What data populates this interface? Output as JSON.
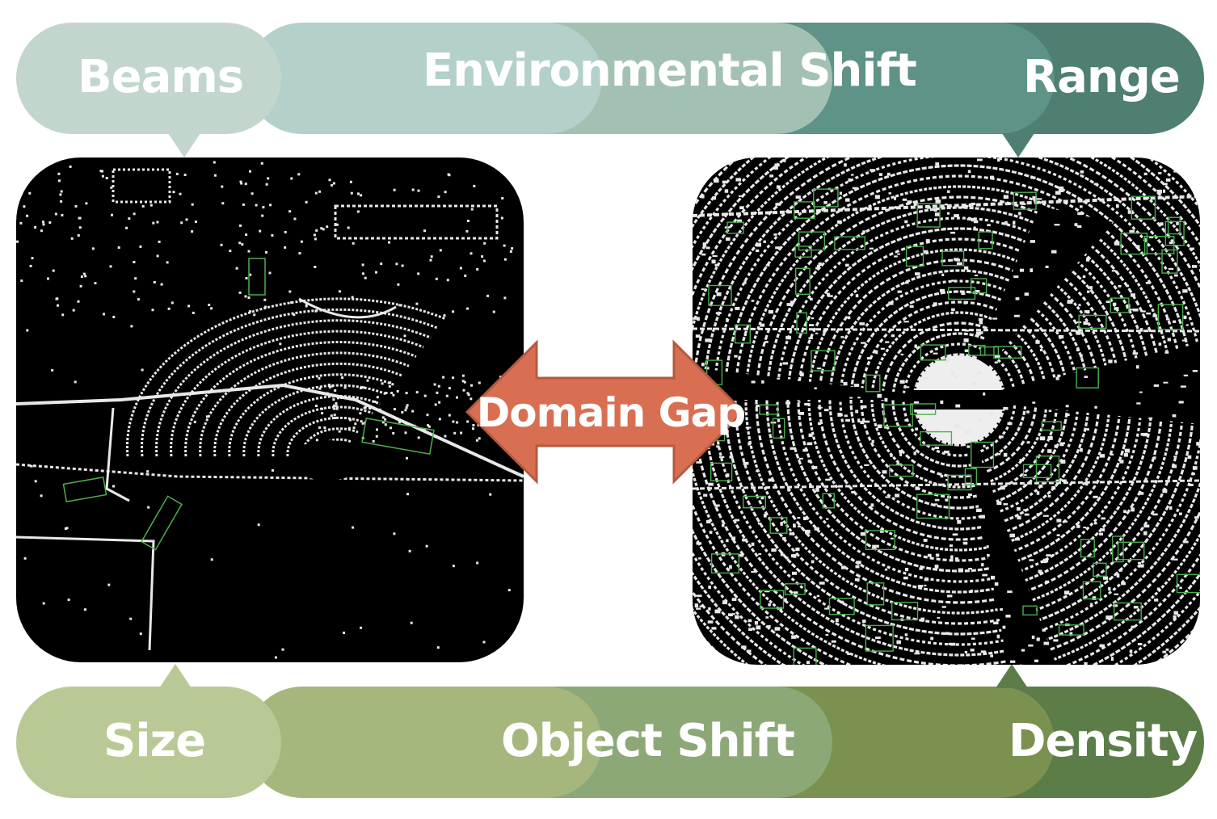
{
  "top_band": {
    "label_left": "Beams",
    "label_center": "Environmental Shift",
    "label_right": "Range",
    "colors": [
      "#c3d6cd",
      "#b3d0cb",
      "#a3c1b3",
      "#6da597",
      "#5f9387",
      "#4f7e72"
    ]
  },
  "bottom_band": {
    "label_left": "Size",
    "label_center": "Object Shift",
    "label_right": "Density",
    "colors": [
      "#b9c995",
      "#a5b77d",
      "#8ca877",
      "#7a9150",
      "#6b8a55",
      "#5c7d48"
    ]
  },
  "center": {
    "label": "Domain Gap",
    "color": "#d96f52",
    "stroke": "#b45a3f"
  },
  "panels": {
    "left": {
      "name": "sparse-lidar-scan",
      "box_color": "#4caf50"
    },
    "right": {
      "name": "dense-lidar-scan",
      "box_color": "#4caf50"
    }
  }
}
